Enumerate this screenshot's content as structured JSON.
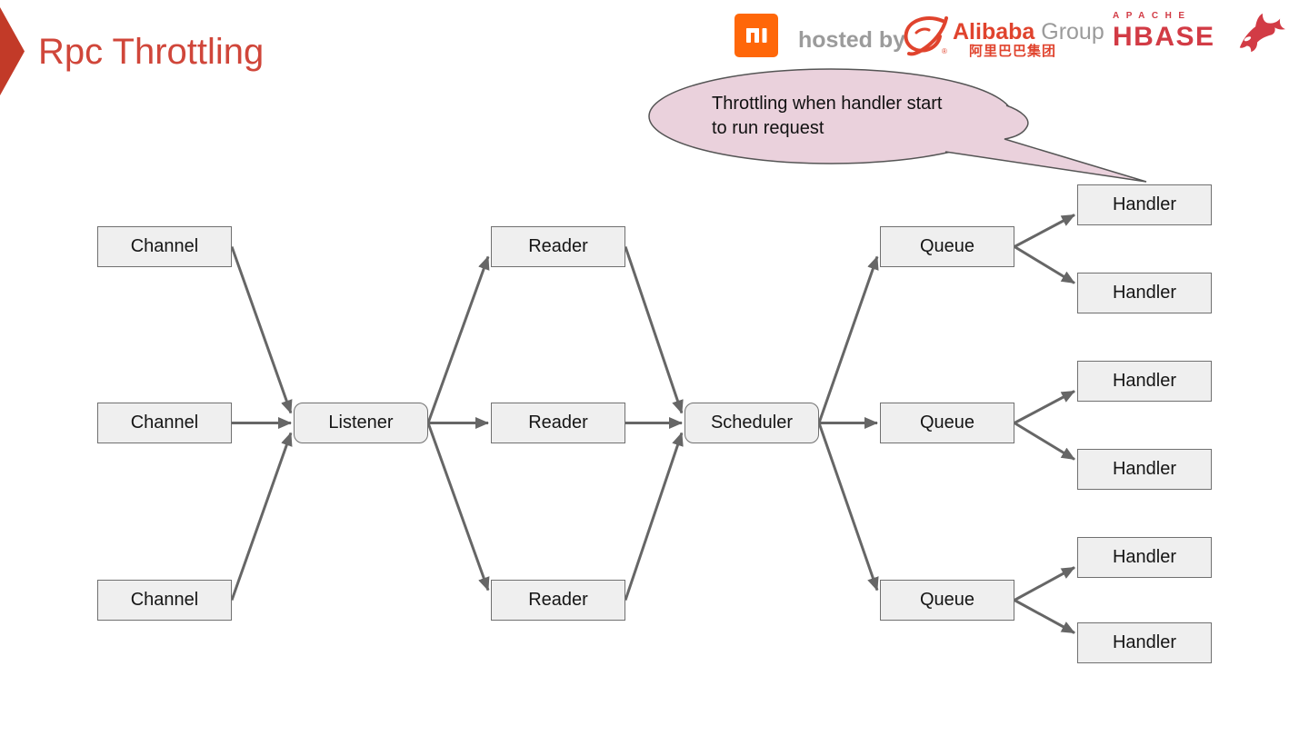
{
  "slide": {
    "title": "Rpc Throttling",
    "header": {
      "hosted_by": "hosted by",
      "alibaba_name": "Alibaba",
      "alibaba_suffix": "Group",
      "alibaba_registered": "®",
      "alibaba_chinese": "阿里巴巴集团",
      "apache_label": "APACHE",
      "hbase_label": "HBASE",
      "icons": {
        "xiaomi": "xiaomi-logo",
        "alibaba": "alibaba-mark-logo",
        "hbase_mascot": "orca-logo"
      }
    },
    "callout": {
      "line1": "Throttling when handler start",
      "line2": "to run request"
    },
    "diagram": {
      "nodes": [
        {
          "id": "channel1",
          "label": "Channel",
          "shape": "rect"
        },
        {
          "id": "channel2",
          "label": "Channel",
          "shape": "rect"
        },
        {
          "id": "channel3",
          "label": "Channel",
          "shape": "rect"
        },
        {
          "id": "listener",
          "label": "Listener",
          "shape": "rounded"
        },
        {
          "id": "reader1",
          "label": "Reader",
          "shape": "rect"
        },
        {
          "id": "reader2",
          "label": "Reader",
          "shape": "rect"
        },
        {
          "id": "reader3",
          "label": "Reader",
          "shape": "rect"
        },
        {
          "id": "scheduler",
          "label": "Scheduler",
          "shape": "rounded"
        },
        {
          "id": "queue1",
          "label": "Queue",
          "shape": "rect"
        },
        {
          "id": "queue2",
          "label": "Queue",
          "shape": "rect"
        },
        {
          "id": "queue3",
          "label": "Queue",
          "shape": "rect"
        },
        {
          "id": "handler1",
          "label": "Handler",
          "shape": "rect"
        },
        {
          "id": "handler2",
          "label": "Handler",
          "shape": "rect"
        },
        {
          "id": "handler3",
          "label": "Handler",
          "shape": "rect"
        },
        {
          "id": "handler4",
          "label": "Handler",
          "shape": "rect"
        },
        {
          "id": "handler5",
          "label": "Handler",
          "shape": "rect"
        },
        {
          "id": "handler6",
          "label": "Handler",
          "shape": "rect"
        }
      ],
      "edges": [
        {
          "from": "channel1",
          "to": "listener"
        },
        {
          "from": "channel2",
          "to": "listener"
        },
        {
          "from": "channel3",
          "to": "listener"
        },
        {
          "from": "listener",
          "to": "reader1"
        },
        {
          "from": "listener",
          "to": "reader2"
        },
        {
          "from": "listener",
          "to": "reader3"
        },
        {
          "from": "reader1",
          "to": "scheduler"
        },
        {
          "from": "reader2",
          "to": "scheduler"
        },
        {
          "from": "reader3",
          "to": "scheduler"
        },
        {
          "from": "scheduler",
          "to": "queue1"
        },
        {
          "from": "scheduler",
          "to": "queue2"
        },
        {
          "from": "scheduler",
          "to": "queue3"
        },
        {
          "from": "queue1",
          "to": "handler1"
        },
        {
          "from": "queue1",
          "to": "handler2"
        },
        {
          "from": "queue2",
          "to": "handler3"
        },
        {
          "from": "queue2",
          "to": "handler4"
        },
        {
          "from": "queue3",
          "to": "handler5"
        },
        {
          "from": "queue3",
          "to": "handler6"
        }
      ]
    },
    "colors": {
      "title_red": "#d0463a",
      "chevron_red": "#c23a28",
      "xiaomi_orange": "#ff6709",
      "alibaba_red": "#e0432d",
      "hbase_red": "#d23b45",
      "hosted_gray": "#9b9b9b",
      "node_fill": "#efefef",
      "node_border": "#707070",
      "arrow_gray": "#666666",
      "callout_fill": "#ead1dc",
      "callout_border": "#555555"
    }
  }
}
